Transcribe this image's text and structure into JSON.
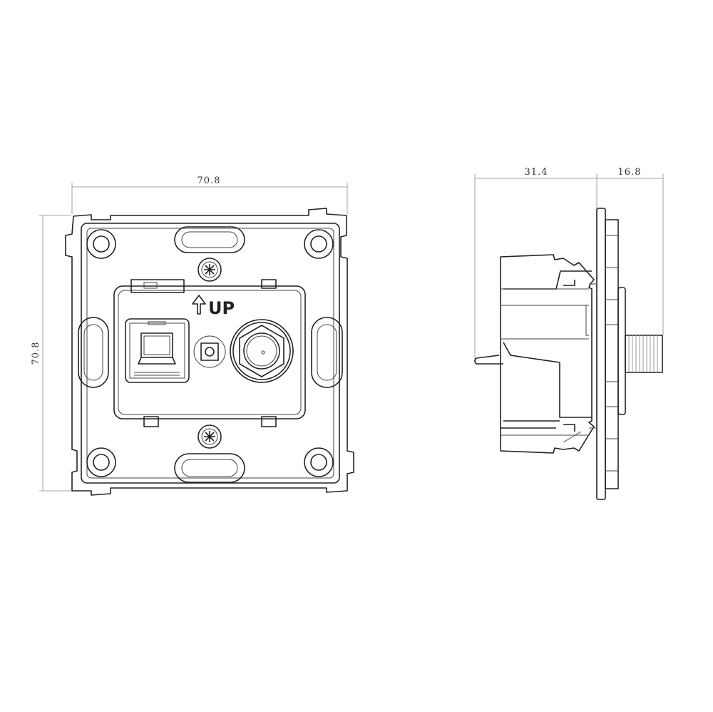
{
  "front_view": {
    "width_dimension": "70.8",
    "height_dimension": "70.8",
    "orientation_label": "UP",
    "ports": [
      "rj45-data-socket",
      "indicator-led",
      "f-type-coax-connector"
    ]
  },
  "side_view": {
    "body_depth_dimension": "31.4",
    "front_depth_dimension": "16.8"
  },
  "colors": {
    "line": "#222222",
    "dimension_line": "#888888",
    "background": "#ffffff"
  }
}
